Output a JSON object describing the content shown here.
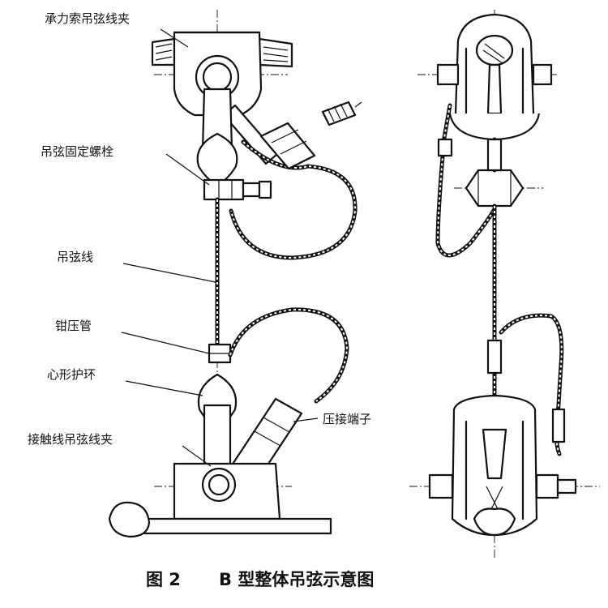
{
  "labels": {
    "messenger_clamp": "承力索吊弦线夹",
    "dropper_bolt": "吊弦固定螺栓",
    "dropper_wire": "吊弦线",
    "crimp_sleeve": "钳压管",
    "thimble": "心形护环",
    "crimp_terminal": "压接端子",
    "contact_clamp": "接触线吊弦线夹"
  },
  "caption": {
    "figure_number": "图 2",
    "title": "B 型整体吊弦示意图"
  }
}
